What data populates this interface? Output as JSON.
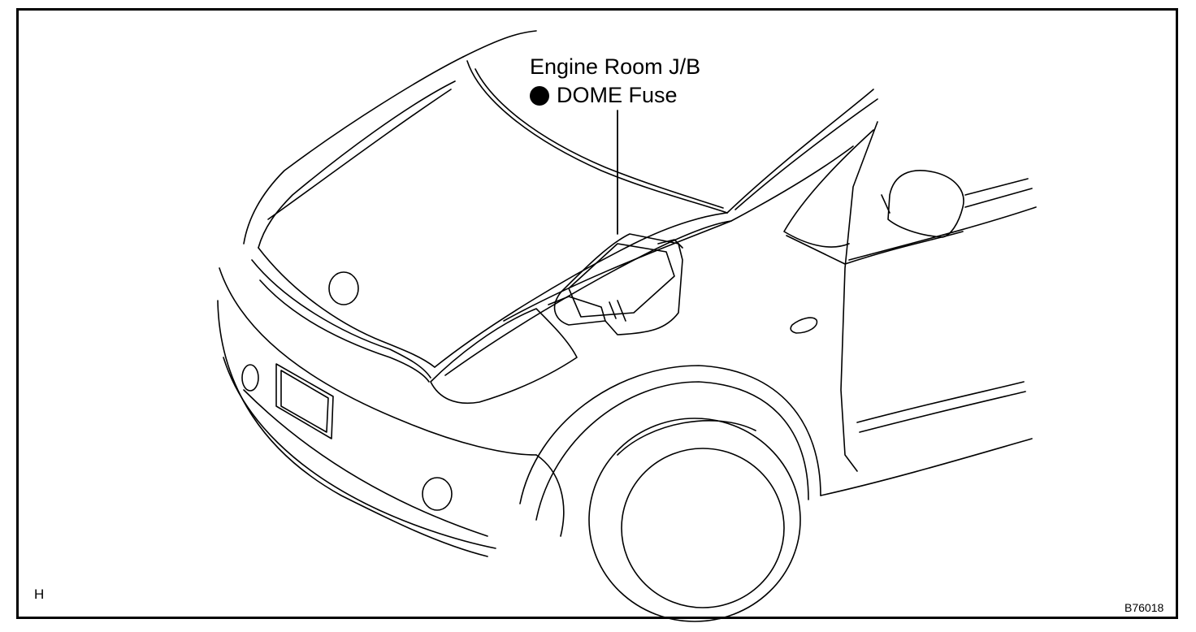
{
  "callout": {
    "line1": "Engine Room J/B",
    "line2": "DOME Fuse",
    "bullet_icon": "filled-circle-icon"
  },
  "corner": {
    "left": "H",
    "right": "B76018"
  },
  "colors": {
    "ink": "#000000",
    "paper": "#ffffff"
  }
}
